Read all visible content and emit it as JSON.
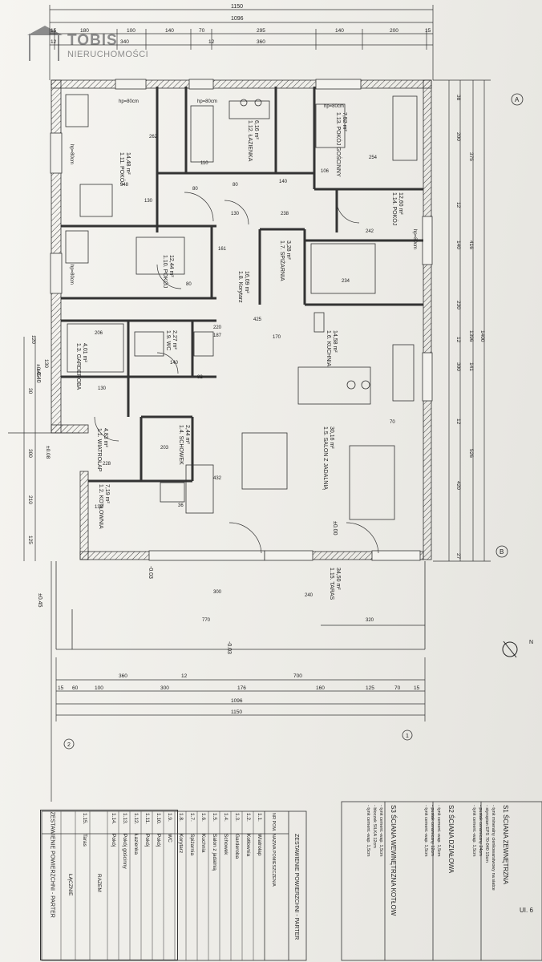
{
  "logo": {
    "name": "TOBIS",
    "sub": "NIERUCHOMOŚCI"
  },
  "dims_top": {
    "total": "1150",
    "inner": "1096",
    "segs1": [
      "15",
      "180",
      "100",
      "140",
      "70",
      "295",
      "140",
      "200",
      "15"
    ],
    "segs2": [
      "12",
      "340",
      "12",
      "360"
    ]
  },
  "dims_right": {
    "total": "1400",
    "inner": "1396",
    "segs": [
      "38",
      "200",
      "375",
      "12",
      "140",
      "416",
      "230",
      "12",
      "300",
      "141",
      "12",
      "526",
      "420",
      "27"
    ]
  },
  "dims_bottom": {
    "segs1": [
      "360",
      "12",
      "700"
    ],
    "segs2": [
      "15",
      "60",
      "100",
      "300",
      "176",
      "160",
      "125",
      "70",
      "15"
    ],
    "inner": "1096",
    "total": "1150"
  },
  "left_dims": [
    "120",
    "130",
    "±0.45",
    "±0.08",
    "30",
    "300",
    "210",
    "125"
  ],
  "rooms": [
    {
      "no": "1.11. POKÓJ",
      "area": "14,48 m²"
    },
    {
      "no": "1.12. ŁAZIENKA",
      "area": "6,16 m²"
    },
    {
      "no": "1.13. POKÓJ GOŚCINNY",
      "area": "7,52 m²"
    },
    {
      "no": "1.14. POKÓJ",
      "area": "12,60 m²"
    },
    {
      "no": "1.10. POKÓJ",
      "area": "12,44 m²"
    },
    {
      "no": "1.8. Korytarz",
      "area": "16,09 m²"
    },
    {
      "no": "1.7. SPIŻARNIA",
      "area": "3,28 m²"
    },
    {
      "no": "1.9. WC",
      "area": "2,27 m²"
    },
    {
      "no": "1.6. KUCHNIA",
      "area": "14,58 m²"
    },
    {
      "no": "1.3. GARDEROBA",
      "area": "4,01 m²"
    },
    {
      "no": "1.4. SCHOWEK",
      "area": "2,44 m²"
    },
    {
      "no": "1.1. WIATROŁAP",
      "area": "4,83 m²"
    },
    {
      "no": "1.2. KOTŁOWNIA",
      "area": "7,19 m²"
    },
    {
      "no": "1.5. SALON Z JADALNIĄ",
      "area": "30,16 m²"
    },
    {
      "no": "1.15. TARAS",
      "area": "34,50 m²"
    }
  ],
  "levels": [
    "±0.00",
    "-0.03",
    "-0.03",
    "±0.45",
    "±0.40"
  ],
  "window_tags": [
    "hp=80cm",
    "hp=80cm",
    "hp=80cm",
    "hp=80cm",
    "hp=80cm",
    "hp=80cm"
  ],
  "axes": [
    "A",
    "B",
    "1",
    "2"
  ],
  "walls_legend": {
    "s1_title": "S1  ŚCIANA ZEWNĘTRZNA",
    "s1_lines": [
      "- tynk mineralny cienkowarstwowy na siatce",
      "- styropian EPS 70-040 15cm",
      "- pustak ceramiczny 24cm",
      "- tynk cement.-wap. 1,5cm"
    ],
    "s2_title": "S2  ŚCIANA DZIAŁOWA",
    "s2_lines": [
      "- tynk cement.-wap. 1,5cm",
      "- pustak ceramiczny 12cm",
      "- tynk cement.-wap. 1,5cm"
    ],
    "s3_title": "S3  ŚCIANA WEWNĘTRZNA KOTŁOW",
    "s3_lines": [
      "- tynk cement.-wap. 1,5cm",
      "- bloczek SILKA 12cm",
      "- tynk cement.-wap. 1,5cm"
    ]
  },
  "summary": {
    "title": "ZESTAWIENIE POWIERZCHNI - PARTER",
    "col_nr": "NR POM.",
    "col_name": "NAZWA POMIESZCZENIA",
    "rows": [
      [
        "1.1.",
        "Wiatrołap"
      ],
      [
        "1.2.",
        "Kotłownia"
      ],
      [
        "1.3.",
        "Garderoba"
      ],
      [
        "1.4.",
        "Schowek"
      ],
      [
        "1.5.",
        "Salon z jadalnią"
      ],
      [
        "1.6.",
        "Kuchnia"
      ],
      [
        "1.7.",
        "Spiżarnia"
      ],
      [
        "1.8.",
        "Korytarz"
      ],
      [
        "1.9.",
        "WC"
      ],
      [
        "1.10.",
        "Pokój"
      ],
      [
        "1.11.",
        "Pokój"
      ],
      [
        "1.12.",
        "Łazienka"
      ],
      [
        "1.13.",
        "Pokój gościnny"
      ],
      [
        "1.14.",
        "Pokój"
      ]
    ],
    "razem": "RAZEM",
    "taras": [
      "1.15.",
      "Taras"
    ],
    "lacznie": "ŁĄCZNIE"
  },
  "corner": "UI. 6",
  "colors": {
    "wall": "#555555",
    "line": "#333333",
    "paper": "#f3f2ee"
  }
}
